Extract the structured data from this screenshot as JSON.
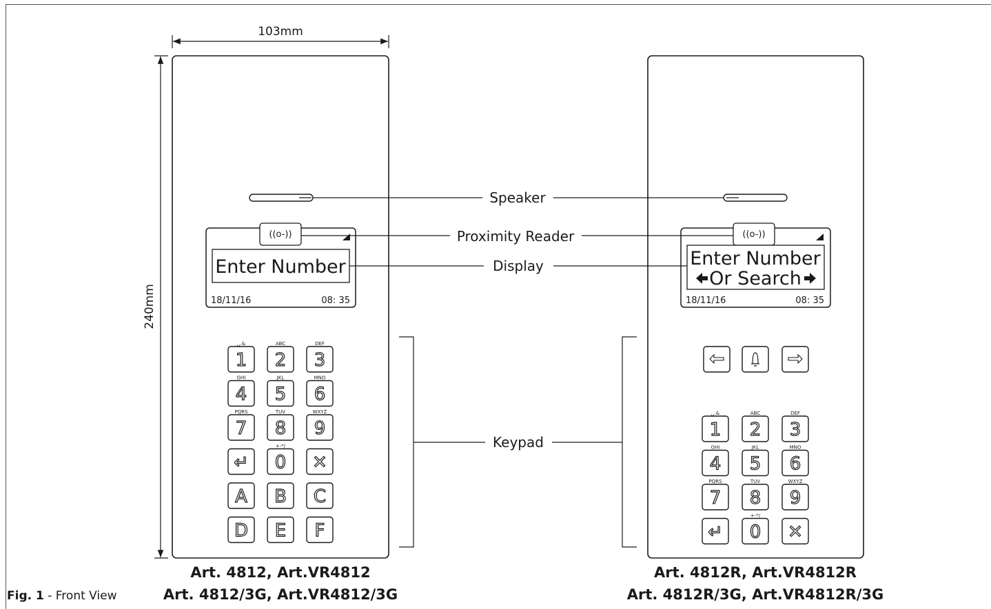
{
  "dimensions": {
    "width": "103mm",
    "height": "240mm"
  },
  "callouts": {
    "speaker": "Speaker",
    "proximity": "Proximity Reader",
    "display": "Display",
    "keypad": "Keypad"
  },
  "display": {
    "line1": "Enter Number",
    "line2": "Or Search",
    "date": "18/11/16",
    "time": "08: 35",
    "prox_symbol": "((o-))"
  },
  "left_panel": {
    "caption1": "Art. 4812, Art.VR4812",
    "caption2": "Art. 4812/3G, Art.VR4812/3G",
    "keys": [
      {
        "key": "1",
        "letters": "␣.&"
      },
      {
        "key": "2",
        "letters": "ABC"
      },
      {
        "key": "3",
        "letters": "DEF"
      },
      {
        "key": "4",
        "letters": "GHI"
      },
      {
        "key": "5",
        "letters": "JKL"
      },
      {
        "key": "6",
        "letters": "MNO"
      },
      {
        "key": "7",
        "letters": "PQRS"
      },
      {
        "key": "8",
        "letters": "TUV"
      },
      {
        "key": "9",
        "letters": "WXYZ"
      },
      {
        "key": "↵",
        "letters": ""
      },
      {
        "key": "0",
        "letters": "+-*/"
      },
      {
        "key": "✕",
        "letters": ""
      },
      {
        "key": "A",
        "letters": ""
      },
      {
        "key": "B",
        "letters": ""
      },
      {
        "key": "C",
        "letters": ""
      },
      {
        "key": "D",
        "letters": ""
      },
      {
        "key": "E",
        "letters": ""
      },
      {
        "key": "F",
        "letters": ""
      }
    ]
  },
  "right_panel": {
    "caption1": "Art. 4812R, Art.VR4812R",
    "caption2": "Art. 4812R/3G, Art.VR4812R/3G",
    "nav_keys": [
      "⇦",
      "bell-icon",
      "⇨"
    ],
    "keys": [
      {
        "key": "1",
        "letters": "␣.&"
      },
      {
        "key": "2",
        "letters": "ABC"
      },
      {
        "key": "3",
        "letters": "DEF"
      },
      {
        "key": "4",
        "letters": "GHI"
      },
      {
        "key": "5",
        "letters": "JKL"
      },
      {
        "key": "6",
        "letters": "MNO"
      },
      {
        "key": "7",
        "letters": "PQRS"
      },
      {
        "key": "8",
        "letters": "TUV"
      },
      {
        "key": "9",
        "letters": "WXYZ"
      },
      {
        "key": "↵",
        "letters": ""
      },
      {
        "key": "0",
        "letters": "+-*/"
      },
      {
        "key": "✕",
        "letters": ""
      }
    ]
  },
  "figure": {
    "label": "Fig. 1",
    "caption": " - Front View"
  }
}
